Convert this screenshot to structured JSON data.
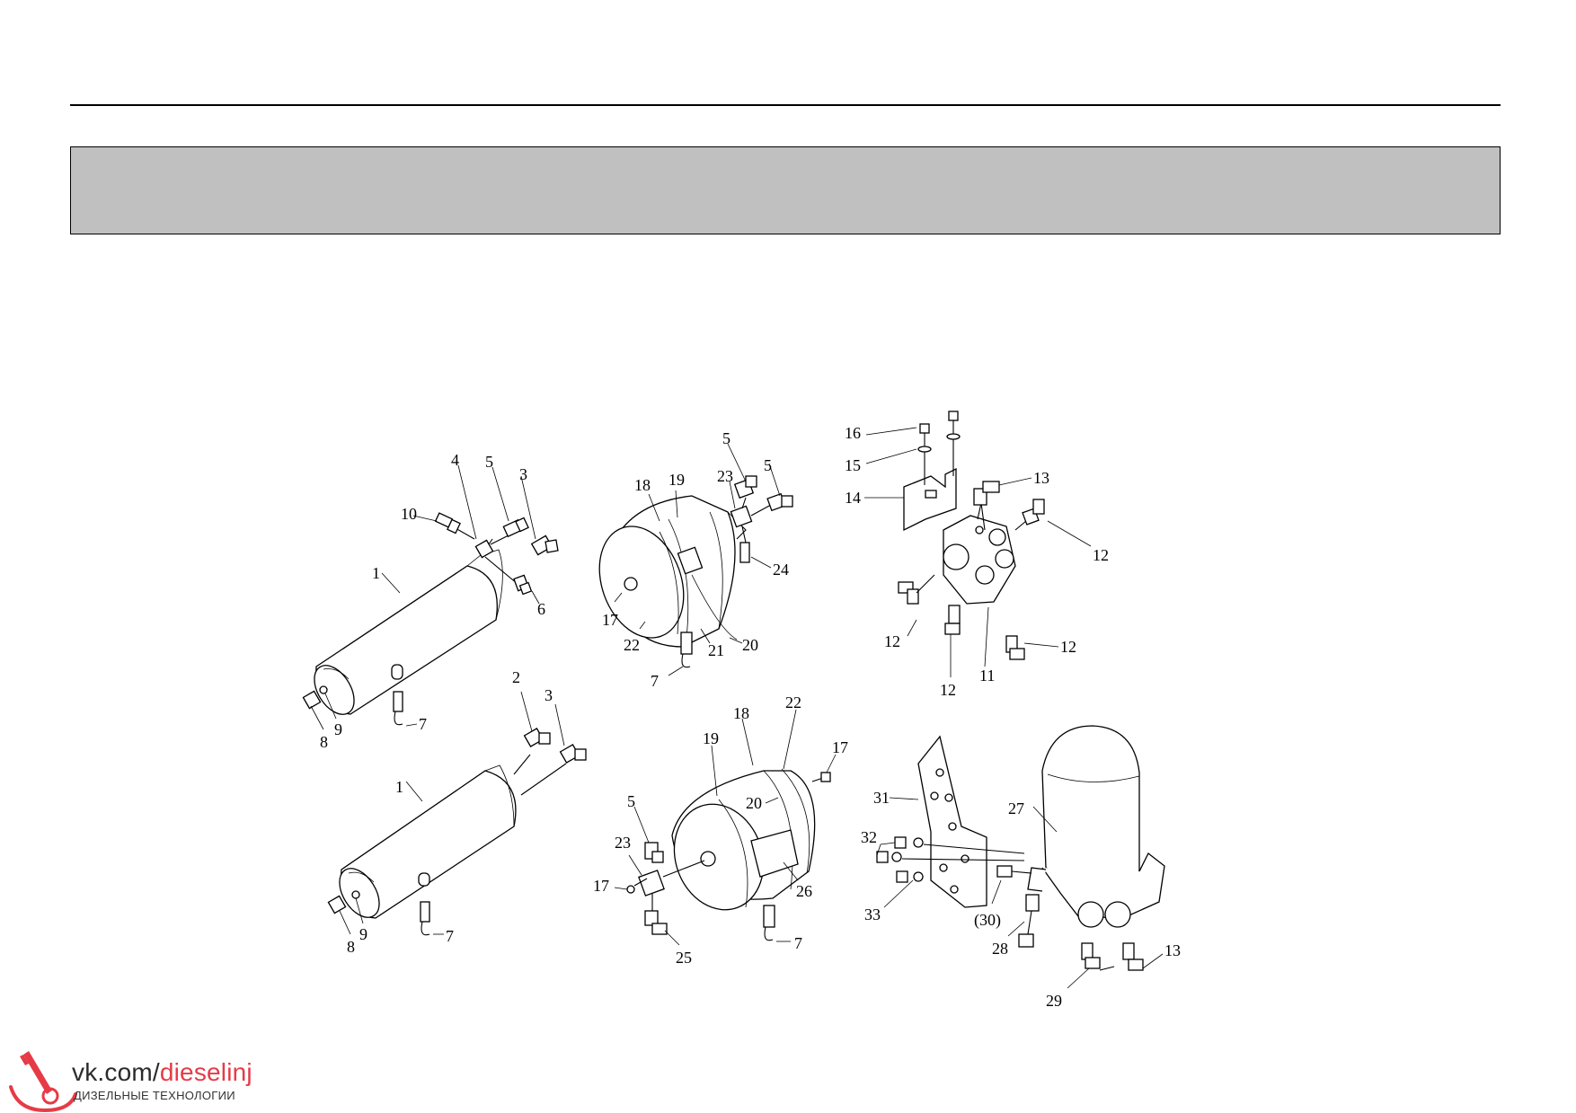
{
  "header": {
    "title": ""
  },
  "logo": {
    "prefix": "vk.com/",
    "accent": "dieselinj",
    "subtitle": "ДИЗЕЛЬНЫЕ ТЕХНОЛОГИИ",
    "accent_color": "#e63b47",
    "icon": "fuel-injector-icon"
  },
  "callouts": {
    "a1": "1",
    "a3": "3",
    "a4": "4",
    "a5": "5",
    "a6": "6",
    "a7": "7",
    "a8": "8",
    "a9": "9",
    "a10": "10",
    "b1": "1",
    "b2": "2",
    "b3": "3",
    "b7": "7",
    "b8": "8",
    "b9": "9",
    "c5a": "5",
    "c5b": "5",
    "c7": "7",
    "c17": "17",
    "c18": "18",
    "c19": "19",
    "c20": "20",
    "c21": "21",
    "c22": "22",
    "c23": "23",
    "c24": "24",
    "d5": "5",
    "d7": "7",
    "d17a": "17",
    "d17b": "17",
    "d18": "18",
    "d19": "19",
    "d20": "20",
    "d22": "22",
    "d23": "23",
    "d25": "25",
    "d26": "26",
    "e11": "11",
    "e12a": "12",
    "e12b": "12",
    "e12c": "12",
    "e12d": "12",
    "e13": "13",
    "e14": "14",
    "e15": "15",
    "e16": "16",
    "f13": "13",
    "f27": "27",
    "f28": "28",
    "f29": "29",
    "f30": "(30)",
    "f31": "31",
    "f32": "32",
    "f33": "33"
  }
}
